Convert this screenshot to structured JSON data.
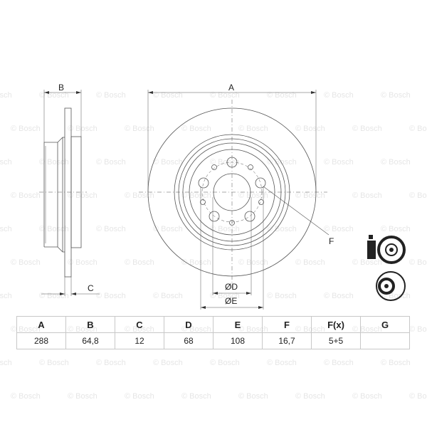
{
  "watermark": "© Bosch",
  "drawing": {
    "side_view": {
      "dim_B_label": "B",
      "dim_C_label": "C"
    },
    "front_view": {
      "dim_A_label": "A",
      "dim_D_label": "ØD",
      "dim_E_label": "ØE",
      "dim_F_label": "F"
    },
    "icons": [
      "disc-with-cleaner-spray-icon",
      "brake-disc-icon"
    ]
  },
  "table": {
    "headers": [
      "A",
      "B",
      "C",
      "D",
      "E",
      "F",
      "F(x)",
      "G"
    ],
    "values": [
      "288",
      "64,8",
      "12",
      "68",
      "108",
      "16,7",
      "5+5",
      ""
    ]
  }
}
